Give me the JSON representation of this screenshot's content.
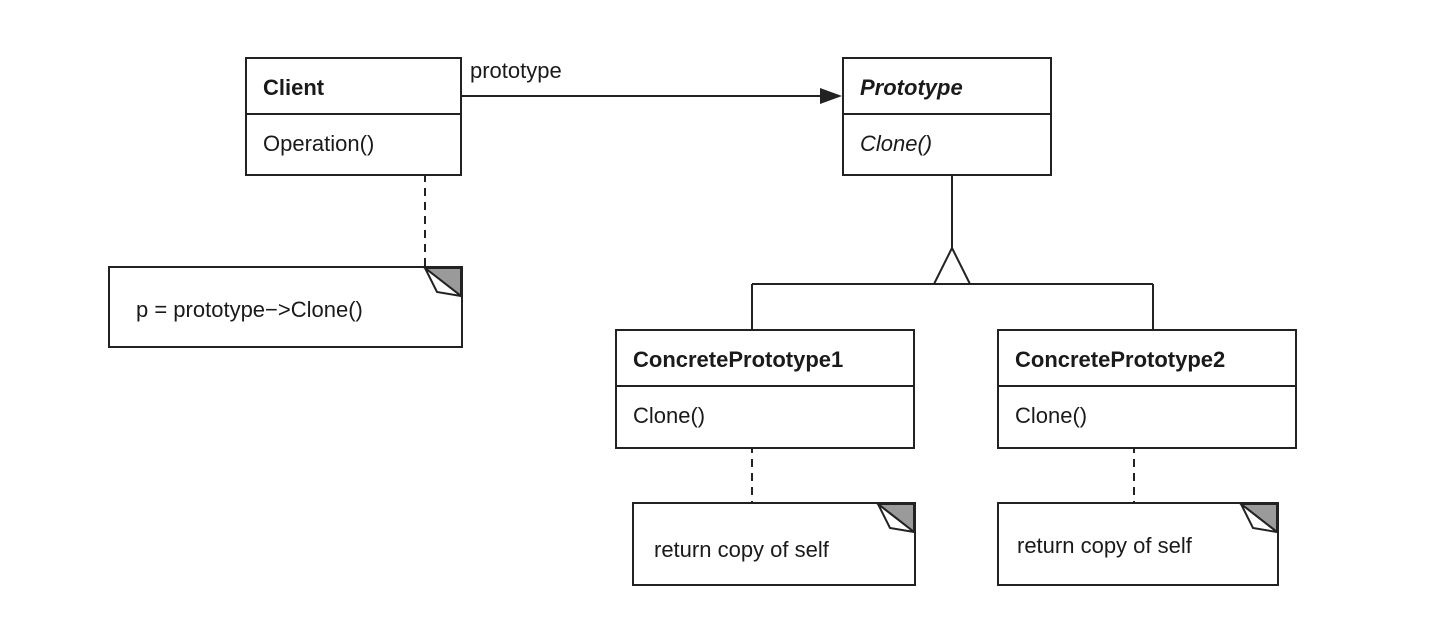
{
  "classes": {
    "client": {
      "name": "Client",
      "operation": "Operation()"
    },
    "prototype": {
      "name": "Prototype",
      "operation": "Clone()"
    },
    "concrete1": {
      "name": "ConcretePrototype1",
      "operation": "Clone()"
    },
    "concrete2": {
      "name": "ConcretePrototype2",
      "operation": "Clone()"
    }
  },
  "association": {
    "label": "prototype"
  },
  "notes": {
    "client": "p = prototype−>Clone()",
    "concrete1": "return copy of self",
    "concrete2": "return copy of self"
  }
}
